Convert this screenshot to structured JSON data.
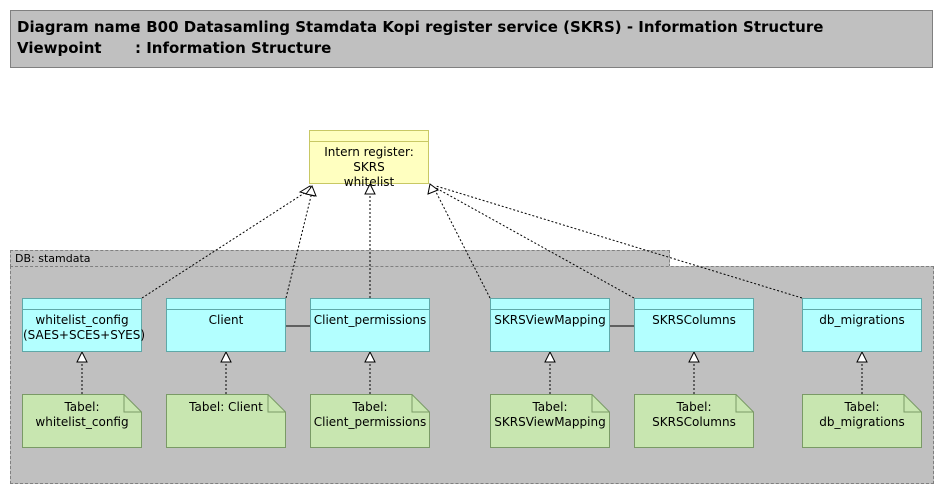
{
  "header": {
    "diagram_name_label": "Diagram name",
    "diagram_name_value": ": B00 Datasamling Stamdata Kopi register service (SKRS) - Information Structure",
    "viewpoint_label": "Viewpoint",
    "viewpoint_value": ": Information Structure"
  },
  "target": {
    "line1": "Intern register: SKRS",
    "line2": "whitelist"
  },
  "group": {
    "label": "DB: stamdata"
  },
  "entities": [
    {
      "line1": "whitelist_config",
      "line2": "(SAES+SCES+SYES)"
    },
    {
      "line1": "Client",
      "line2": ""
    },
    {
      "line1": "Client_permissions",
      "line2": ""
    },
    {
      "line1": "SKRSViewMapping",
      "line2": ""
    },
    {
      "line1": "SKRSColumns",
      "line2": ""
    },
    {
      "line1": "db_migrations",
      "line2": ""
    }
  ],
  "notes": [
    {
      "line1": "Tabel:",
      "line2": "whitelist_config"
    },
    {
      "line1": "Tabel: Client",
      "line2": ""
    },
    {
      "line1": "Tabel:",
      "line2": "Client_permissions"
    },
    {
      "line1": "Tabel:",
      "line2": "SKRSViewMapping"
    },
    {
      "line1": "Tabel: SKRSColumns",
      "line2": ""
    },
    {
      "line1": "Tabel: db_migrations",
      "line2": ""
    }
  ],
  "colors": {
    "header_bg": "#c0c0c0",
    "target_fill": "#ffffc0",
    "entity_fill": "#b3ffff",
    "note_fill": "#c8e6b0",
    "group_fill": "#c0c0c0"
  }
}
